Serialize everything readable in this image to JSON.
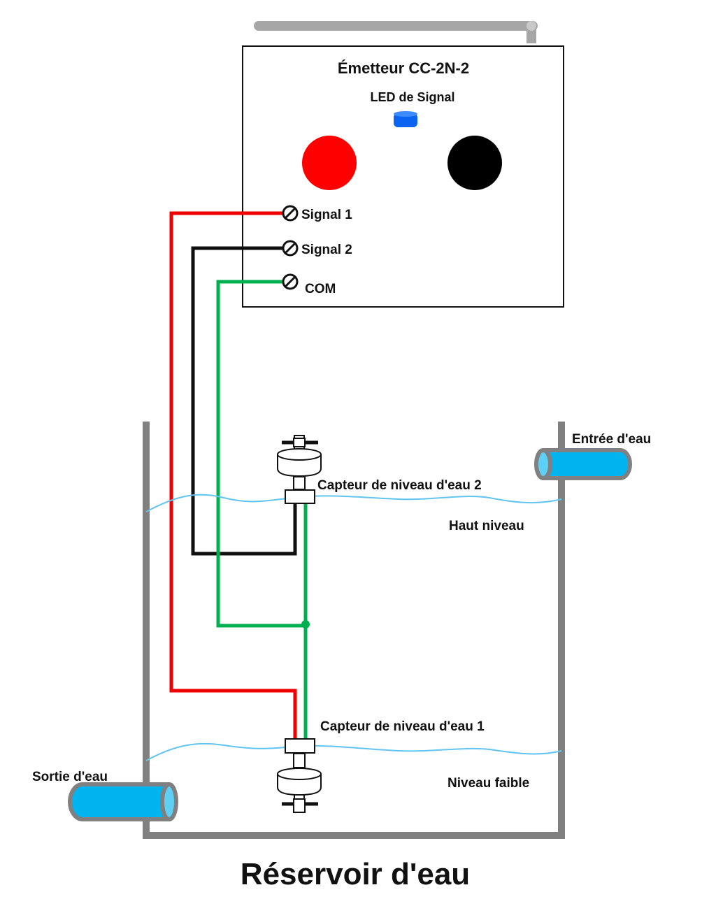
{
  "transmitter": {
    "title": "Émetteur CC-2N-2",
    "led_label": "LED de Signal",
    "terminals": [
      "Signal 1",
      "Signal 2",
      "COM"
    ]
  },
  "tank": {
    "title": "Réservoir d'eau",
    "inlet_label": "Entrée d'eau",
    "outlet_label": "Sortie d'eau",
    "high_level_label": "Haut niveau",
    "low_level_label": "Niveau faible"
  },
  "sensors": {
    "sensor2_label": "Capteur de niveau d'eau 2",
    "sensor1_label": "Capteur de niveau d'eau 1"
  },
  "colors": {
    "wire_signal1": "#ee0000",
    "wire_signal2": "#111111",
    "wire_com": "#00b050",
    "led": "#0a64f0",
    "water_line": "#62c4f0",
    "pipe": "#00b4f0",
    "tank_wall": "#808080"
  }
}
